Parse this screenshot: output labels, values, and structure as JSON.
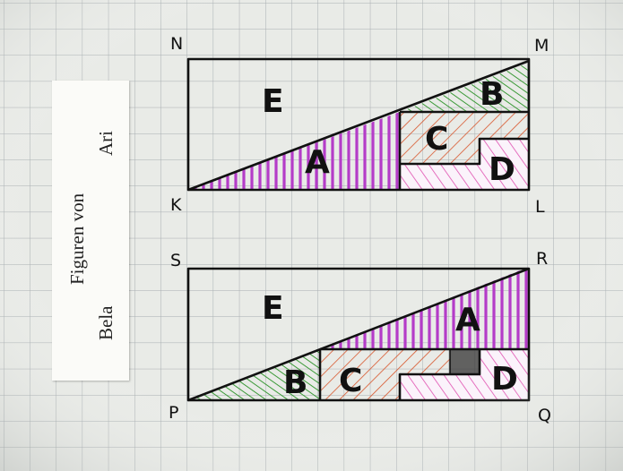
{
  "label_card": {
    "line_1": "Figuren von",
    "name_ari": "Ari",
    "name_bela": "Bela"
  },
  "top_figure": {
    "vertices": {
      "n": "N",
      "m": "M",
      "k": "K",
      "l": "L"
    },
    "pieces": {
      "a": "A",
      "b": "B",
      "c": "C",
      "d": "D",
      "e": "E"
    }
  },
  "bottom_figure": {
    "vertices": {
      "s": "S",
      "r": "R",
      "p": "P",
      "q": "Q"
    },
    "pieces": {
      "a": "A",
      "b": "B",
      "c": "C",
      "d": "D",
      "e": "E"
    }
  },
  "colors": {
    "paper": "#e9ebe7",
    "grid": "#a7adb0",
    "outline": "#111111",
    "piece_a": "#b43cc8",
    "piece_b": "#3b9a38",
    "piece_c": "#d8562c",
    "piece_d": "#e04fb0",
    "gap_square": "#333333"
  }
}
